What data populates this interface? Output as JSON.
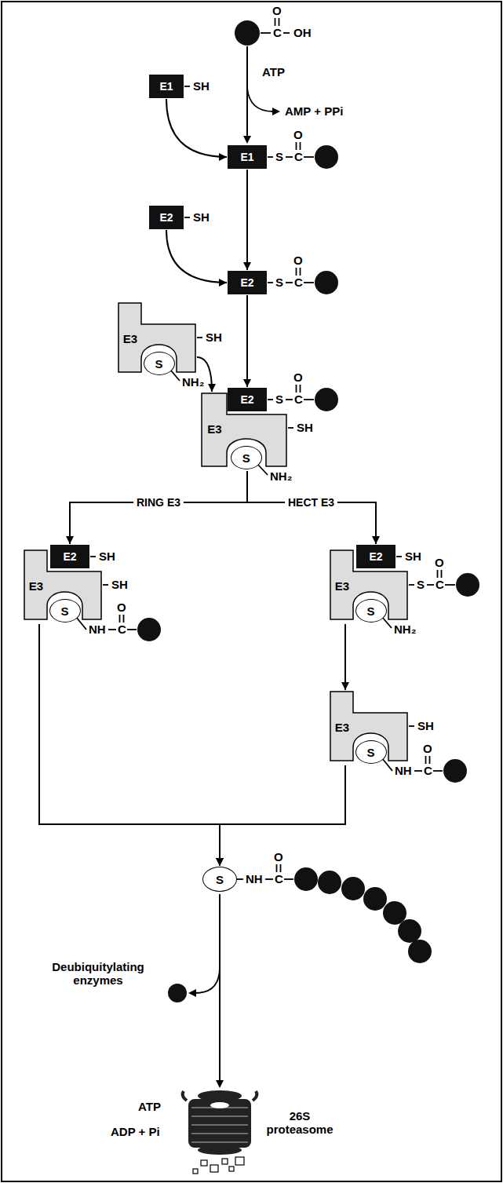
{
  "diagram": {
    "nodes": [
      {
        "text": [
          "E1"
        ]
      },
      {
        "text": [
          "E1"
        ]
      },
      {
        "text": [
          "E2"
        ]
      },
      {
        "text": [
          "E2"
        ]
      },
      {
        "text": [
          "E3"
        ]
      },
      {
        "text": [
          "S"
        ],
        "in": 4
      },
      {
        "text": [
          "E3"
        ]
      },
      {
        "text": [
          "E2"
        ],
        "in": 6
      },
      {
        "text": [
          "S"
        ],
        "in": 6
      },
      {
        "text": [
          "E3"
        ]
      },
      {
        "text": [
          "E2"
        ],
        "in": 9
      },
      {
        "text": [
          "S"
        ],
        "in": 9
      },
      {
        "text": [
          "E3"
        ]
      },
      {
        "text": [
          "E2"
        ],
        "in": 12
      },
      {
        "text": [
          "S"
        ],
        "in": 12
      },
      {
        "text": [
          "E3"
        ]
      },
      {
        "text": [
          "S"
        ],
        "in": 15
      },
      {
        "text": [
          "S"
        ]
      }
    ],
    "edges": [
      {
        "from": 0,
        "to": 1,
        "arrow": "to"
      },
      {
        "from": 1,
        "to": 3,
        "arrow": "to"
      },
      {
        "from": 2,
        "to": 3,
        "arrow": "to"
      },
      {
        "from": 3,
        "to": 7,
        "arrow": "to"
      },
      {
        "from": 4,
        "to": 6,
        "arrow": "to"
      },
      {
        "from": 6,
        "to": 9,
        "label": "RING E3",
        "arrow": "to"
      },
      {
        "from": 6,
        "to": 12,
        "label": "HECT E3",
        "arrow": "to"
      },
      {
        "from": 12,
        "to": 15,
        "arrow": "to"
      },
      {
        "from": 9,
        "to": 17,
        "arrow": "to"
      },
      {
        "from": 15,
        "to": 17,
        "arrow": "to"
      }
    ],
    "labels": [
      "O",
      "C",
      "OH",
      "SH",
      "ATP",
      "AMP + PPi",
      "O",
      "S",
      "C",
      "SH",
      "O",
      "S",
      "C",
      "SH",
      "NH₂",
      "O",
      "S",
      "C",
      "SH",
      "NH₂",
      "SH",
      "SH",
      "O",
      "NH",
      "C",
      "SH",
      "O",
      "S",
      "C",
      "NH₂",
      "SH",
      "O",
      "NH",
      "C",
      "O",
      "NH",
      "C",
      "Deubiquitylating enzymes",
      "ATP",
      "ADP + Pi",
      "26S proteasome"
    ]
  }
}
